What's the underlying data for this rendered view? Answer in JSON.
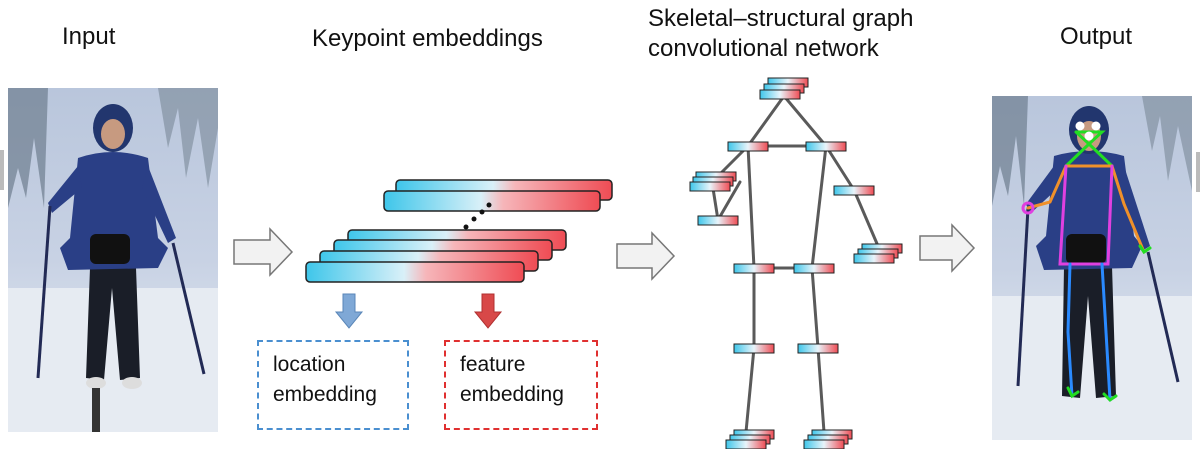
{
  "labels": {
    "input": "Input",
    "keypoint": "Keypoint embeddings",
    "graph_line1": "Skeletal–structural graph",
    "graph_line2": "convolutional network",
    "output": "Output"
  },
  "embeddings": {
    "location_line1": "location",
    "location_line2": "embedding",
    "feature_line1": "feature",
    "feature_line2": "embedding"
  },
  "colors": {
    "embed_blue": "#3ec6ea",
    "embed_red": "#ef4c54",
    "location_border": "#4a8fd0",
    "feature_border": "#e03030",
    "graph_edge": "#5a5a5a",
    "skeleton_green": "#22dd22",
    "skeleton_orange": "#f0902a",
    "skeleton_magenta": "#e040e0",
    "skeleton_blue": "#2a8aff"
  },
  "icons": {
    "arrow": "block-arrow-right-icon",
    "down_blue": "down-arrow-blue-icon",
    "down_red": "down-arrow-red-icon"
  }
}
